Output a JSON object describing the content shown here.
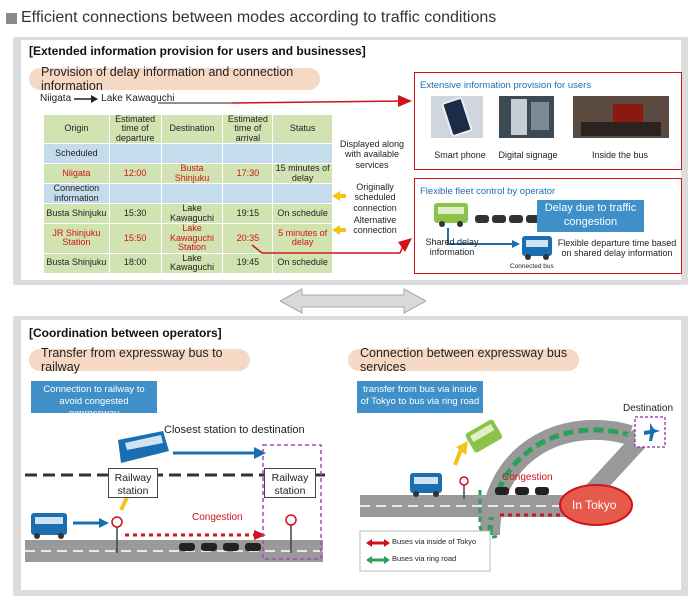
{
  "heading": "Efficient connections between modes according to traffic conditions",
  "top": {
    "section_title": "[Extended information provision for users and businesses]",
    "pill": "Provision of delay information and connection information",
    "route": {
      "from": "Niigata",
      "to": "Lake Kawaguchi"
    },
    "table": {
      "headers": [
        "Origin",
        "Estimated time of departure",
        "Destination",
        "Estimated time of arrival",
        "Status"
      ],
      "scheduled_label": "Scheduled",
      "connection_label": "Connection information",
      "scheduled_row": [
        "Niigata",
        "12:00",
        "Busta Shinjuku",
        "17:30",
        "15 minutes of delay"
      ],
      "rows": [
        [
          "Busta Shinjuku",
          "15:30",
          "Lake Kawaguchi",
          "19:15",
          "On schedule"
        ],
        [
          "JR Shinjuku Station",
          "15:50",
          "Lake Kawaguchi Station",
          "20:35",
          "5 minutes of delay"
        ],
        [
          "Busta Shinjuku",
          "18:00",
          "Lake Kawaguchi",
          "19:45",
          "On schedule"
        ]
      ]
    },
    "displayed_note": "Displayed along with available services",
    "orig_note": "Originally scheduled connection",
    "alt_note": "Alternative connection",
    "users_box": {
      "title": "Extensive information provision for users",
      "items": [
        "Smart phone",
        "Digital signage",
        "Inside the bus"
      ]
    },
    "fleet_box": {
      "title": "Flexible fleet control by operator",
      "delay_banner": "Delay due to traffic congestion",
      "shared": "Shared delay information",
      "connected": "Connected bus",
      "flexible": "Flexible departure time based on shared delay information"
    }
  },
  "bottom": {
    "section_title": "[Coordination between operators]",
    "left": {
      "pill": "Transfer from expressway bus to railway",
      "label": "Connection to railway to avoid congested expressway",
      "closest": "Closest station to destination",
      "station1": "Railway station",
      "station2": "Railway station",
      "congestion": "Congestion"
    },
    "right": {
      "pill": "Connection between expressway bus services",
      "label": "transfer from bus via inside of Tokyo to bus via ring road",
      "destination": "Destination",
      "congestion": "Congestion",
      "in_tokyo": "In Tokyo",
      "legend": [
        "Buses via inside of Tokyo",
        "Buses via ring road"
      ]
    }
  },
  "colors": {
    "red": "#d0121b",
    "blue": "#1a6fb2",
    "green": "#2aa05a",
    "panel": "#dcdcdc"
  }
}
